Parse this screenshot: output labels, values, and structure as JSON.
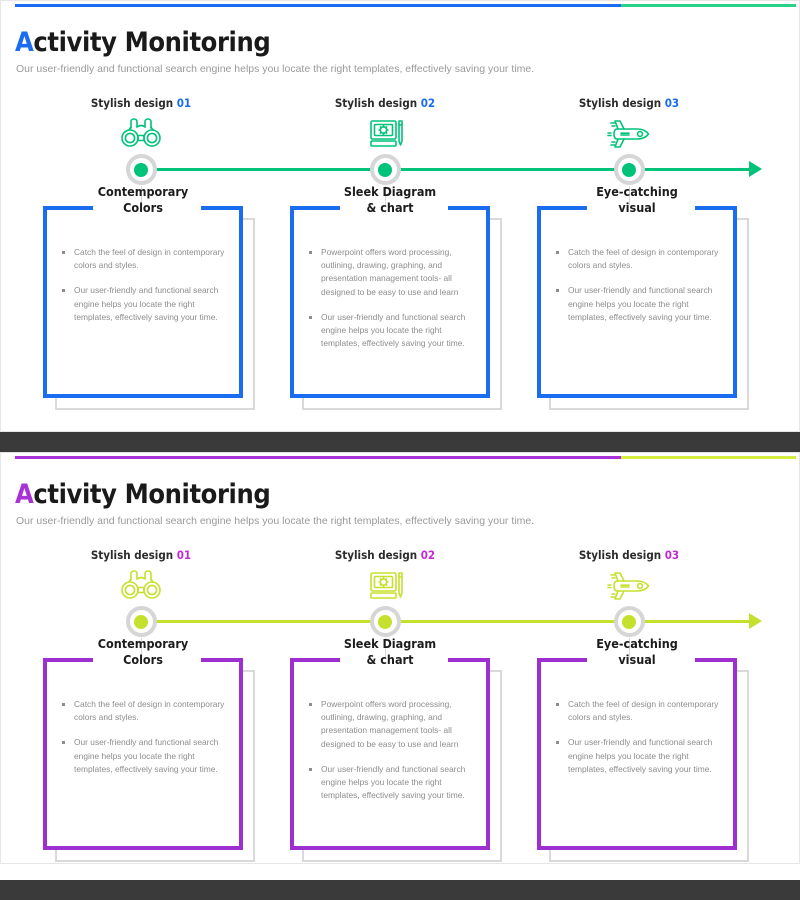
{
  "sections": [
    {
      "id": "section-green-blue",
      "heading_first_letter": "A",
      "heading_rest": "ctivity Monitoring",
      "subheading": "Our user-friendly and functional search engine helps you locate the right templates, effectively saving your time.",
      "accent_primary": "#1a6cf0",
      "accent_secondary": "#2ad18a",
      "timeline_color": "#00c278",
      "icon_color": "#00c278",
      "number_color": "#1a6cf0",
      "card_border_color": "#1a6cf0",
      "steps": [
        {
          "label": "Stylish design",
          "number": "01",
          "icon": "binoculars-icon"
        },
        {
          "label": "Stylish design",
          "number": "02",
          "icon": "graphics-tablet-gear-icon"
        },
        {
          "label": "Stylish design",
          "number": "03",
          "icon": "jet-rocket-icon"
        }
      ],
      "cards": [
        {
          "title_line_1": "Contemporary",
          "title_line_2": "Colors",
          "bullets": [
            "Catch the feel of design in contemporary colors and styles.",
            "Our user-friendly and functional search engine helps you locate the right templates, effectively saving your time."
          ]
        },
        {
          "title_line_1": "Sleek Diagram",
          "title_line_2": "& chart",
          "bullets": [
            "Powerpoint offers word processing, outlining, drawing, graphing, and presentation management tools- all designed to be easy to use and learn",
            "Our user-friendly and functional search engine helps you locate the right templates, effectively saving your time."
          ]
        },
        {
          "title_line_1": "Eye-catching",
          "title_line_2": "visual",
          "bullets": [
            "Catch the feel of design in contemporary colors and styles.",
            "Our user-friendly and functional search engine helps you locate the right templates, effectively saving your time."
          ]
        }
      ]
    },
    {
      "id": "section-purple-lime",
      "heading_first_letter": "A",
      "heading_rest": "ctivity Monitoring",
      "subheading": "Our user-friendly and functional search engine helps you locate the right templates, effectively saving your time.",
      "accent_primary": "#a832d6",
      "accent_secondary": "#d6ed3f",
      "timeline_color": "#c6e02e",
      "icon_color": "#c6e02e",
      "number_color": "#c22ad6",
      "card_border_color": "#9d2fd0",
      "steps": [
        {
          "label": "Stylish design",
          "number": "01",
          "icon": "binoculars-icon"
        },
        {
          "label": "Stylish design",
          "number": "02",
          "icon": "graphics-tablet-gear-icon"
        },
        {
          "label": "Stylish design",
          "number": "03",
          "icon": "jet-rocket-icon"
        }
      ],
      "cards": [
        {
          "title_line_1": "Contemporary",
          "title_line_2": "Colors",
          "bullets": [
            "Catch the feel of design in contemporary colors and styles.",
            "Our user-friendly and functional search engine helps you locate the right templates, effectively saving your time."
          ]
        },
        {
          "title_line_1": "Sleek Diagram",
          "title_line_2": "& chart",
          "bullets": [
            "Powerpoint offers word processing, outlining, drawing, graphing, and presentation management tools- all designed to be easy to use and learn",
            "Our user-friendly and functional search engine helps you locate the right templates, effectively saving your time."
          ]
        },
        {
          "title_line_1": "Eye-catching",
          "title_line_2": "visual",
          "bullets": [
            "Catch the feel of design in contemporary colors and styles.",
            "Our user-friendly and functional search engine helps you locate the right templates, effectively saving your time."
          ]
        }
      ]
    }
  ],
  "separator_color": "#3a3a3a"
}
